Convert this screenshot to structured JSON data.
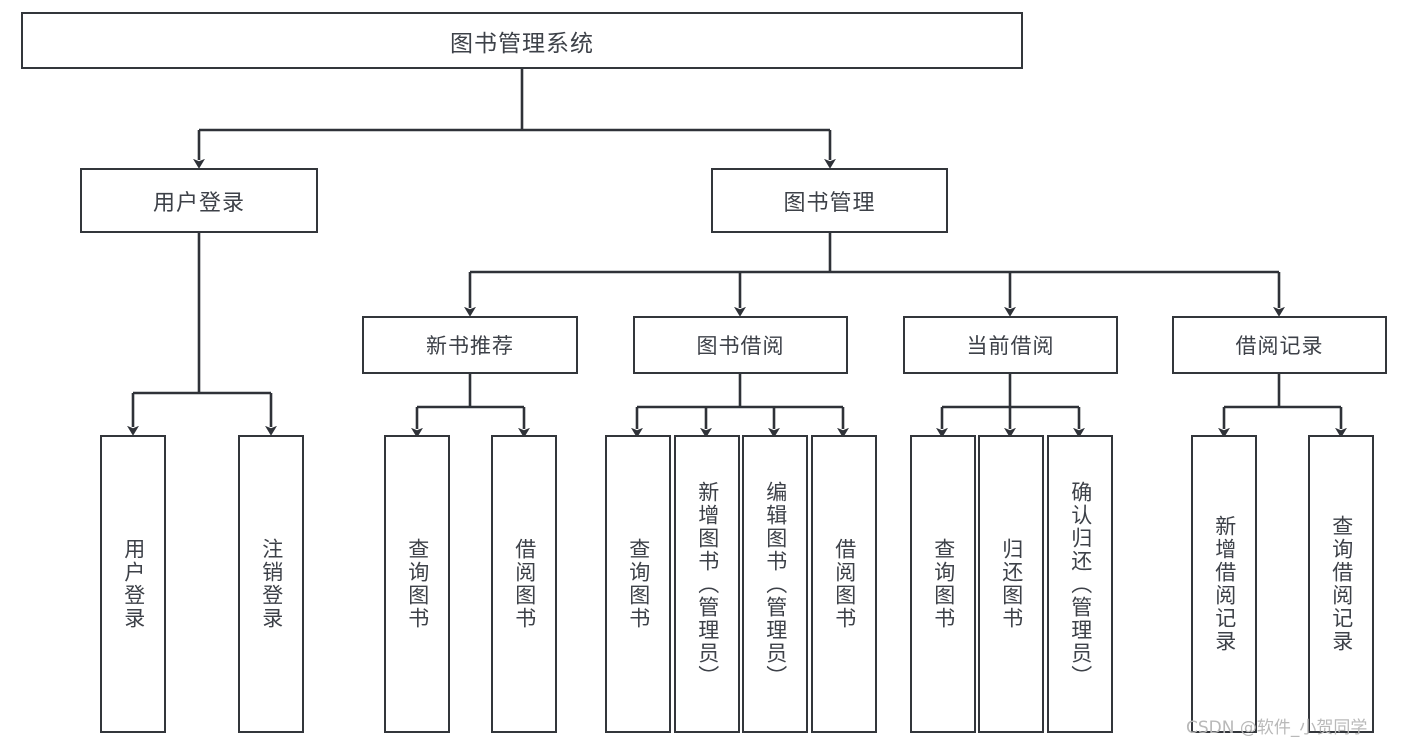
{
  "diagram": {
    "title": "图书管理系统",
    "type": "tree",
    "colors": {
      "box_border": "#33363b",
      "box_fill": "#ffffff",
      "text": "#3d4148",
      "connector": "#2f3238",
      "watermark": "#b9b9b9",
      "background": "#ffffff"
    },
    "root": {
      "label": "图书管理系统"
    },
    "level2": [
      {
        "label": "用户登录"
      },
      {
        "label": "图书管理"
      }
    ],
    "level3": [
      {
        "label": "新书推荐"
      },
      {
        "label": "图书借阅"
      },
      {
        "label": "当前借阅"
      },
      {
        "label": "借阅记录"
      }
    ],
    "leaves": {
      "user_login": [
        {
          "label": "用户登录"
        },
        {
          "label": "注销登录"
        }
      ],
      "new_book_recommend": [
        {
          "label": "查询图书"
        },
        {
          "label": "借阅图书"
        }
      ],
      "book_borrow": [
        {
          "label": "查询图书"
        },
        {
          "label": "新增图书（管理员）"
        },
        {
          "label": "编辑图书（管理员）"
        },
        {
          "label": "借阅图书"
        }
      ],
      "current_borrow": [
        {
          "label": "查询图书"
        },
        {
          "label": "归还图书"
        },
        {
          "label": "确认归还（管理员）"
        }
      ],
      "borrow_records": [
        {
          "label": "新增借阅记录"
        },
        {
          "label": "查询借阅记录"
        }
      ]
    }
  },
  "watermark": {
    "text": "CSDN @软件_小贺同学"
  }
}
